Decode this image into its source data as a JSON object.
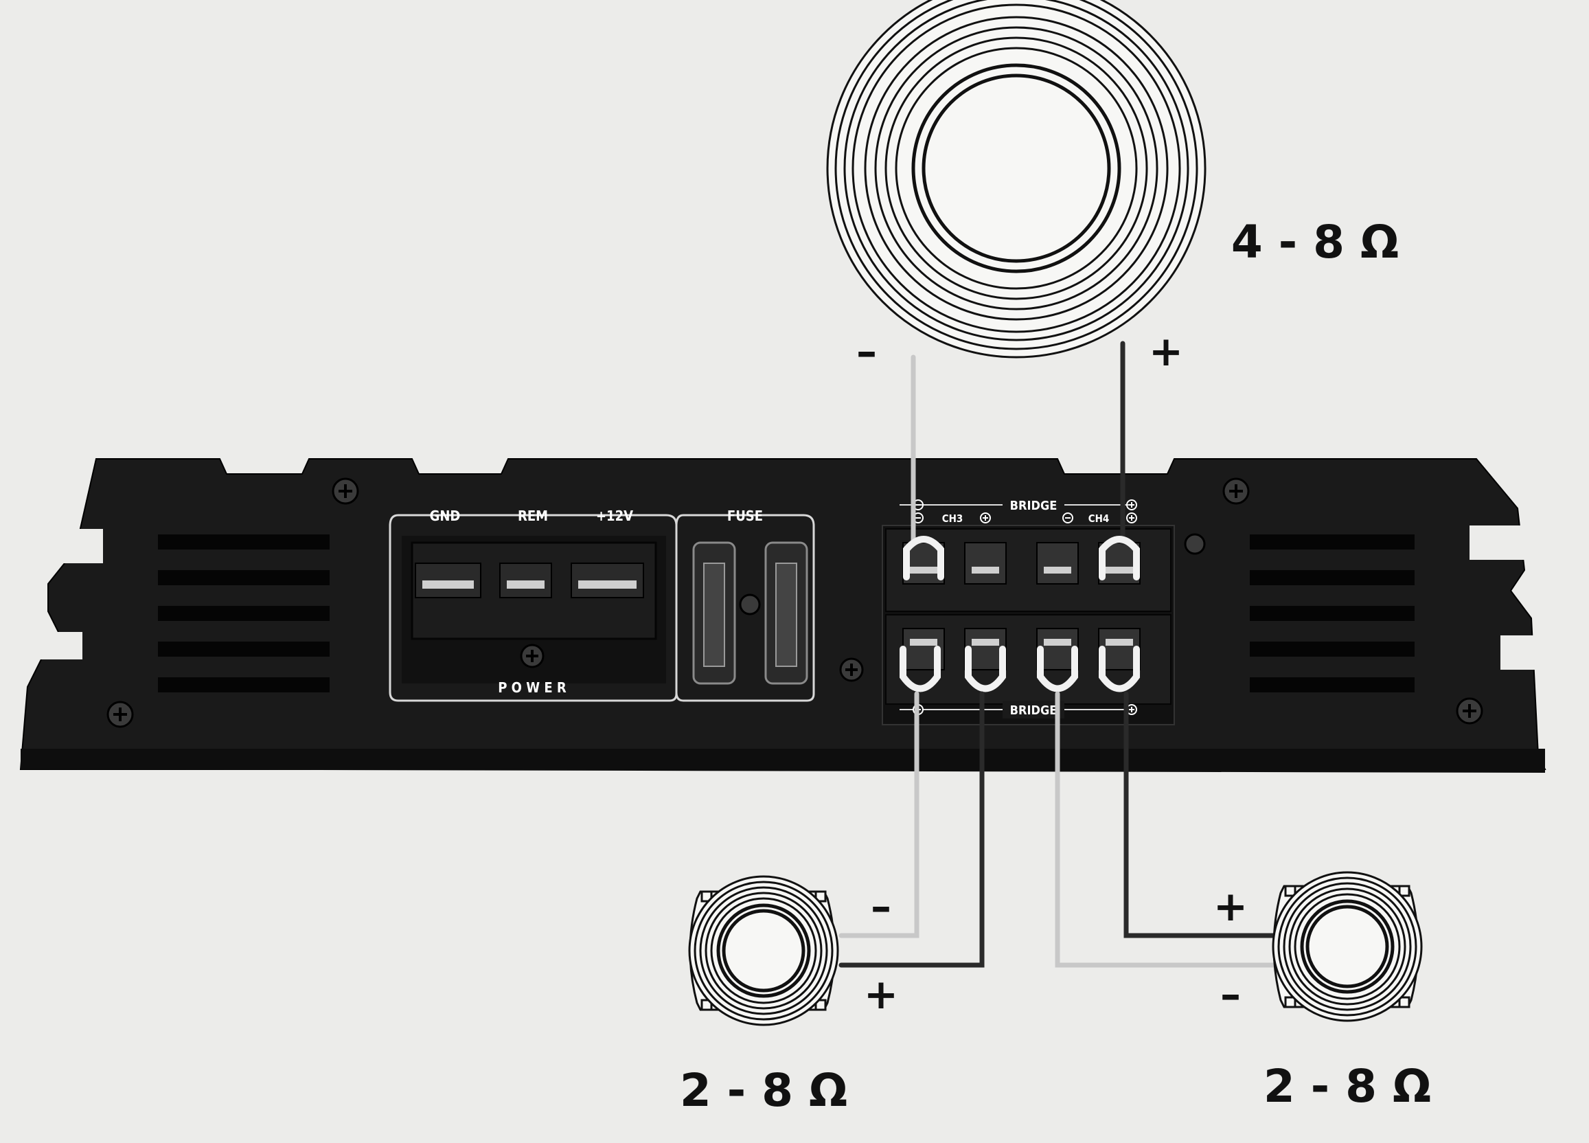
{
  "colors": {
    "background": "#ececea",
    "amp_body": "#1a1a1a",
    "amp_panel": "#242424",
    "label_text": "#ffffff",
    "wire_negative": "#c8c8c8",
    "wire_positive": "#2a2a2a",
    "ink": "#111111"
  },
  "amplifier": {
    "power_block": {
      "gnd_label": "GND",
      "rem_label": "REM",
      "plus12v_label": "+12V",
      "power_label": "P O W E R"
    },
    "fuse_block": {
      "label": "FUSE"
    },
    "speaker_terminals": {
      "top_bridge_label": "BRIDGE",
      "ch3_label": "CH3",
      "ch4_label": "CH4",
      "bottom_bridge_label": "BRIDGE"
    }
  },
  "speakers": {
    "bridged": {
      "impedance": "4 - 8 Ω",
      "neg_sign": "–",
      "pos_sign": "+"
    },
    "left": {
      "impedance": "2 - 8 Ω",
      "neg_sign": "–",
      "pos_sign": "+"
    },
    "right": {
      "impedance": "2 - 8 Ω",
      "neg_sign": "–",
      "pos_sign": "+"
    }
  }
}
